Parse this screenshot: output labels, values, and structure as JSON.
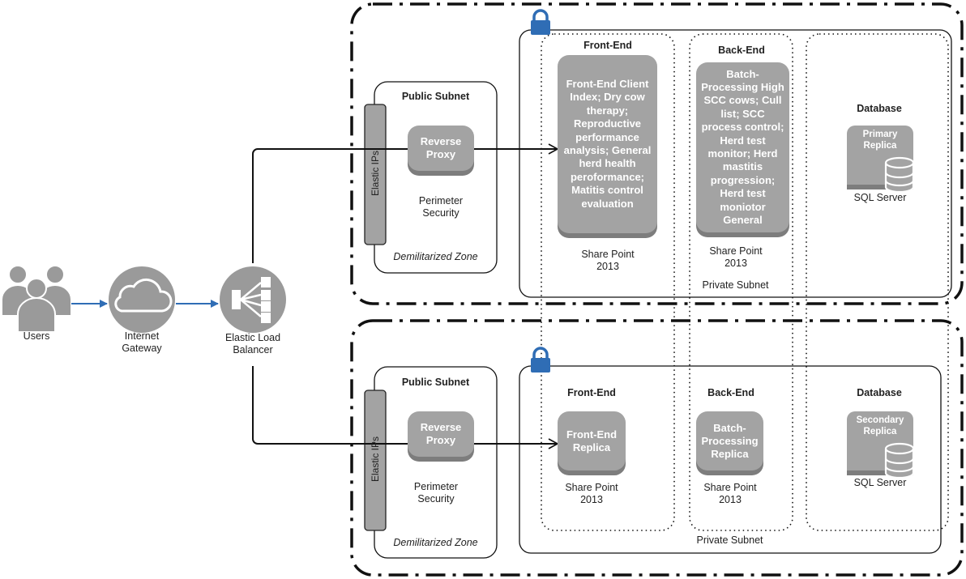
{
  "actors": {
    "users": "Users",
    "internet_gateway": "Internet\nGateway",
    "load_balancer": "Elastic Load\nBalancer"
  },
  "top": {
    "public_subnet": "Public Subnet",
    "elastic_ips": "Elastic IPs",
    "reverse_proxy": "Reverse\nProxy",
    "perimeter_security": "Perimeter\nSecurity",
    "dmz": "Demilitarized Zone",
    "front_end_title": "Front-End",
    "front_end_box": "Front-End Client Index; Dry cow therapy; Reproductive performance analysis; General herd health peroformance; Matitis control evaluation",
    "front_end_server": "Share Point\n2013",
    "back_end_title": "Back-End",
    "back_end_box": "Batch-Processing High SCC cows; Cull list; SCC process control; Herd test monitor; Herd mastitis progression; Herd test moniotor General",
    "back_end_server": "Share Point\n2013",
    "private_subnet": "Private Subnet",
    "database_title": "Database",
    "db_replica": "Primary\nReplica",
    "sql_server": "SQL Server"
  },
  "bottom": {
    "public_subnet": "Public Subnet",
    "elastic_ips": "Elastic IPs",
    "reverse_proxy": "Reverse\nProxy",
    "perimeter_security": "Perimeter\nSecurity",
    "dmz": "Demilitarized Zone",
    "front_end_title": "Front-End",
    "front_end_box": "Front-End\nReplica",
    "front_end_server": "Share Point\n2013",
    "back_end_title": "Back-End",
    "back_end_box": "Batch-\nProcessing\nReplica",
    "back_end_server": "Share Point\n2013",
    "private_subnet": "Private Subnet",
    "database_title": "Database",
    "db_replica": "Secondary\nReplica",
    "sql_server": "SQL Server"
  },
  "colors": {
    "accent_blue": "#2f6db5",
    "box_gray": "#a3a3a3",
    "icon_gray": "#9a9a9a"
  }
}
